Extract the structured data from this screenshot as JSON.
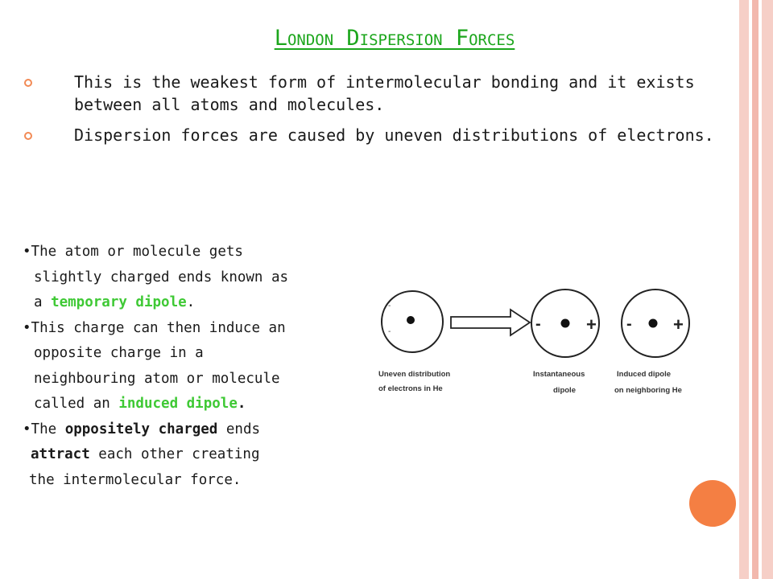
{
  "title": "London Dispersion Forces",
  "bullets": [
    "This is the weakest form of intermolecular bonding and it exists between all atoms and molecules.",
    "Dispersion forces are caused by uneven distributions of electrons."
  ],
  "details": {
    "line1": "•The atom or molecule gets",
    "line2": "slightly charged ends known as",
    "line3_pre": "a ",
    "line3_green": "temporary dipole",
    "line3_post": ".",
    "line4": "•This charge can then induce an",
    "line5": "opposite charge in a",
    "line6": "neighbouring atom or molecule",
    "line7_pre": "called an ",
    "line7_green": "induced dipole",
    "line7_post": ".",
    "line8_pre": "•The ",
    "line8_bold": "oppositely charged",
    "line8_post": " ends",
    "line9_bold": "attract",
    "line9_post": " each other creating",
    "line10": "the intermolecular force."
  },
  "figure": {
    "caption1_a": "Uneven distribution",
    "caption1_b": "of electrons in He",
    "caption2_a": "Instantaneous",
    "caption2_b": "dipole",
    "caption3_a": "Induced dipole",
    "caption3_b": "on neighboring He",
    "minus": "-",
    "plus": "+"
  },
  "colors": {
    "title": "#1ca61c",
    "highlight": "#3fc935",
    "accent_orb": "#f47f43",
    "stripes": "#f6cfc7"
  }
}
